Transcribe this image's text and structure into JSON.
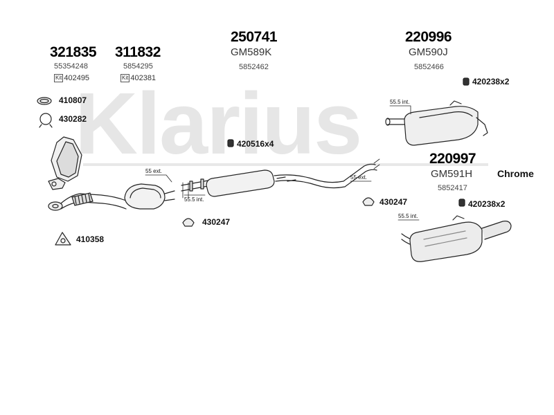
{
  "watermark": "Klarius",
  "parts": {
    "p321835": {
      "number": "321835",
      "oe": "55354248",
      "kit_badge": "Kit",
      "kit": "402495"
    },
    "p311832": {
      "number": "311832",
      "oe": "5854295",
      "kit_badge": "Kit",
      "kit": "402381"
    },
    "p250741": {
      "number": "250741",
      "gm": "GM589K",
      "oe": "5852462"
    },
    "p220996": {
      "number": "220996",
      "gm": "GM590J",
      "oe": "5852466"
    },
    "p220997": {
      "number": "220997",
      "gm": "GM591H",
      "oe": "5852417"
    }
  },
  "accessories": {
    "a410807": "410807",
    "a430282": "430282",
    "a420516": "420516x4",
    "a420238_top": "420238x2",
    "a430247_mid": "430247",
    "a430247_right": "430247",
    "a420238_right": "420238x2",
    "a410358": "410358"
  },
  "dimensions": {
    "d55ext_left": "55 ext.",
    "d555int_mid": "55.5 int.",
    "d55ext_right": "55 ext.",
    "d555int_top": "55.5 int.",
    "d555int_bottom": "55.5 int."
  },
  "finish": "Chrome"
}
